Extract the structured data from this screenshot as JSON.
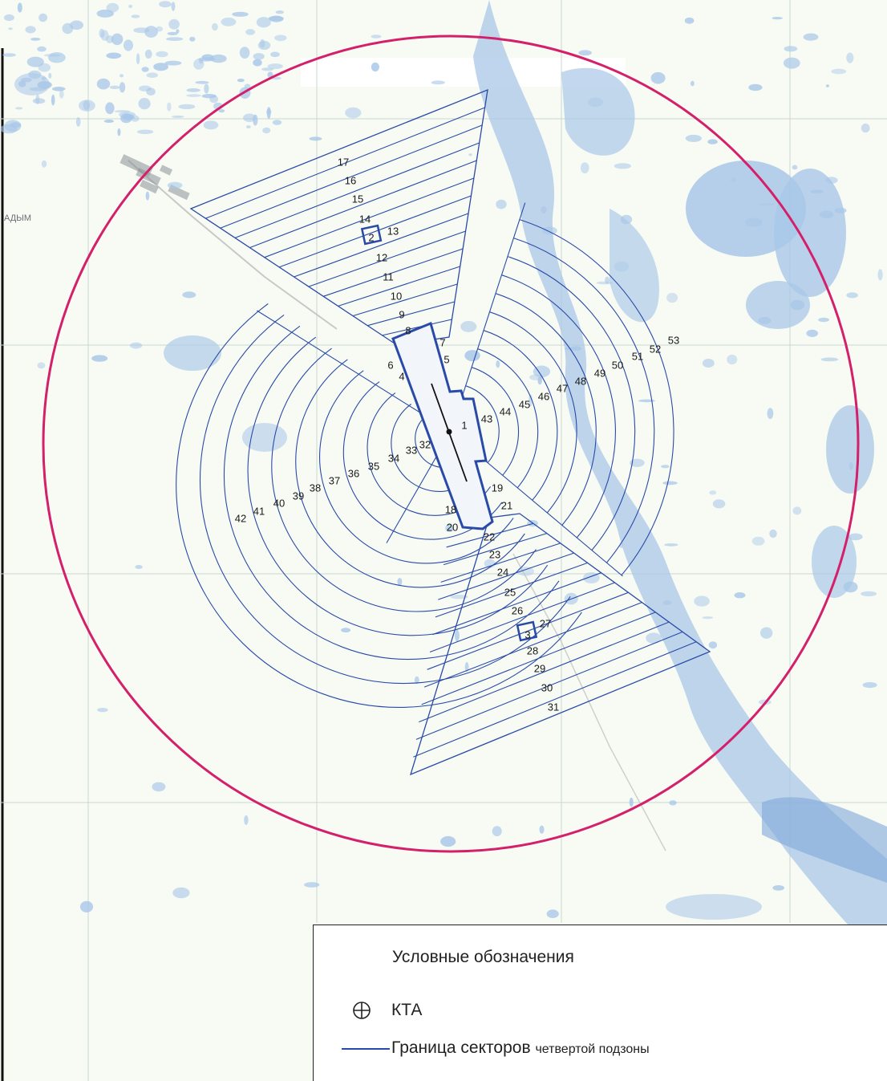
{
  "map": {
    "place_label": "АДЫМ",
    "colors": {
      "background": "#f7fbf4",
      "water": "#a9c7e8",
      "water_dark": "#7fa8d8",
      "boundary_circle": "#d4206a",
      "sector_lines": "#2a4aa8",
      "runway_fill": "#f2f6fb"
    },
    "sector_labels": [
      "1",
      "2",
      "3",
      "4",
      "5",
      "6",
      "7",
      "8",
      "9",
      "10",
      "11",
      "12",
      "13",
      "14",
      "15",
      "16",
      "17",
      "18",
      "19",
      "20",
      "21",
      "22",
      "23",
      "24",
      "25",
      "26",
      "27",
      "28",
      "29",
      "30",
      "31",
      "32",
      "33",
      "34",
      "35",
      "36",
      "37",
      "38",
      "39",
      "40",
      "41",
      "42",
      "43",
      "44",
      "45",
      "46",
      "47",
      "48",
      "49",
      "50",
      "51",
      "52",
      "53"
    ]
  },
  "legend": {
    "title": "Условные обозначения",
    "kta_icon": "circled-plus-icon",
    "kta_label": "КТА",
    "line_label": "Граница секторов",
    "line_label_suffix": "четвертой подзоны"
  }
}
